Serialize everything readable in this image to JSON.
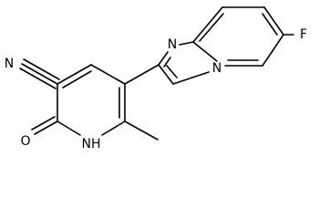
{
  "molecule": {
    "atoms": {
      "nitrile_n": "N",
      "lactam_o": "O",
      "ring_nh": "NH",
      "imine_n": "N",
      "bridge_n": "N",
      "fluorine": "F"
    }
  },
  "colors": {
    "bond": "#000000",
    "label": "#000000",
    "background": "#ffffff"
  }
}
